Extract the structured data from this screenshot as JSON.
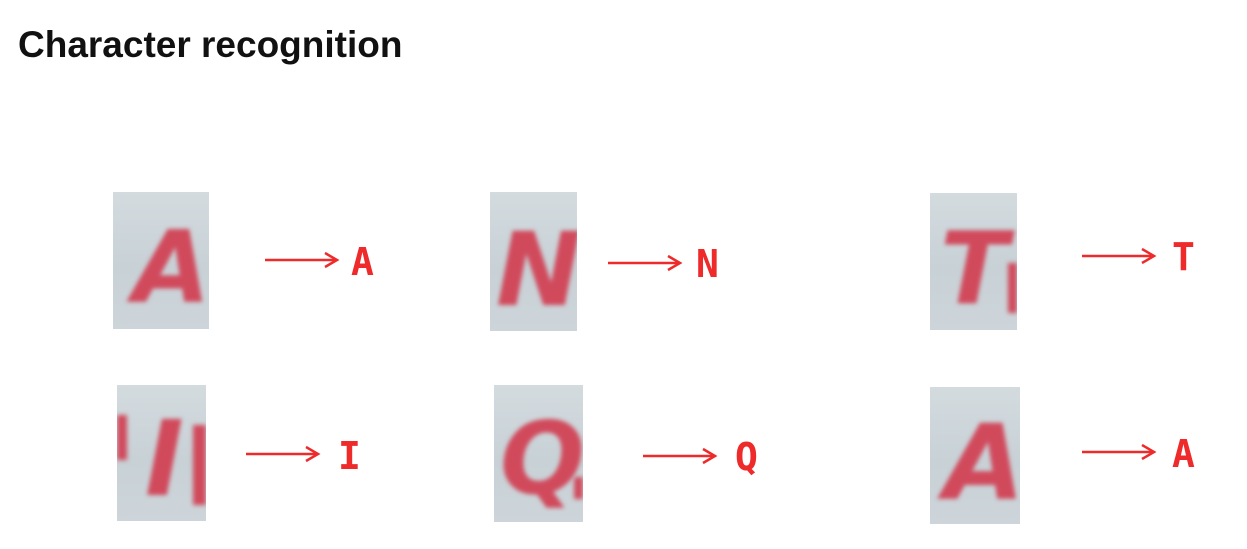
{
  "title": "Character recognition",
  "colors": {
    "arrow": "#ee2a2a",
    "label": "#ee2a2a",
    "glyph": "#d04a5c",
    "patch_background": "#ccd4d9"
  },
  "items": [
    {
      "label": "A",
      "glyph": "A"
    },
    {
      "label": "N",
      "glyph": "N"
    },
    {
      "label": "T",
      "glyph": "T"
    },
    {
      "label": "I",
      "glyph": "I"
    },
    {
      "label": "Q",
      "glyph": "Q"
    },
    {
      "label": "A",
      "glyph": "A"
    }
  ]
}
